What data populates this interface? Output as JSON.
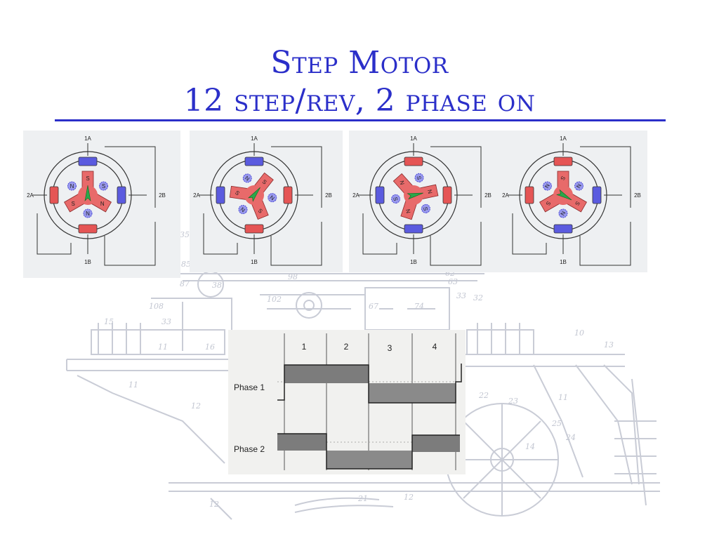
{
  "slide": {
    "title_line1": "Step Motor",
    "title_line2": "12 step/rev, 2 phase on"
  },
  "colors": {
    "title": "#2b2fc9",
    "rotor": "#e86a6a",
    "pole_red": "#e55555",
    "pole_blue": "#5b5bdf",
    "arrow": "#2aa84a",
    "panel_bg": "#eef0f2"
  },
  "motor_diagrams": [
    {
      "labels": {
        "top": "1A",
        "bottom": "1B",
        "left": "2A",
        "right": "2B"
      },
      "rotor_letters": [
        "S",
        "S",
        "N",
        "N",
        "S",
        "N"
      ],
      "pole_colors": {
        "top": "blue",
        "bottom": "red",
        "left": "red",
        "right": "blue"
      }
    },
    {
      "labels": {
        "top": "1A",
        "bottom": "1B",
        "left": "2A",
        "right": "2B"
      },
      "rotor_letters": [
        "S",
        "N",
        "S",
        "N",
        "S",
        "N"
      ],
      "pole_colors": {
        "top": "blue",
        "bottom": "red",
        "left": "blue",
        "right": "red"
      }
    },
    {
      "labels": {
        "top": "1A",
        "bottom": "1B",
        "left": "2A",
        "right": "2B"
      },
      "rotor_letters": [
        "N",
        "S",
        "N",
        "S",
        "N",
        "S"
      ],
      "pole_colors": {
        "top": "red",
        "bottom": "blue",
        "left": "blue",
        "right": "red"
      }
    },
    {
      "labels": {
        "top": "1A",
        "bottom": "1B",
        "left": "2A",
        "right": "2B"
      },
      "rotor_letters": [
        "S",
        "N",
        "S",
        "N",
        "S",
        "N"
      ],
      "pole_colors": {
        "top": "red",
        "bottom": "blue",
        "left": "red",
        "right": "blue"
      }
    }
  ],
  "timing": {
    "steps": [
      "1",
      "2",
      "3",
      "4"
    ],
    "phase1_label": "Phase 1",
    "phase2_label": "Phase 2"
  },
  "sketch_numbers": [
    "108",
    "33",
    "15",
    "11",
    "12",
    "24",
    "25",
    "14",
    "16",
    "32",
    "62",
    "63",
    "67",
    "74",
    "22",
    "23",
    "21",
    "10",
    "13",
    "87",
    "85",
    "35",
    "38",
    "102",
    "98",
    "12"
  ]
}
